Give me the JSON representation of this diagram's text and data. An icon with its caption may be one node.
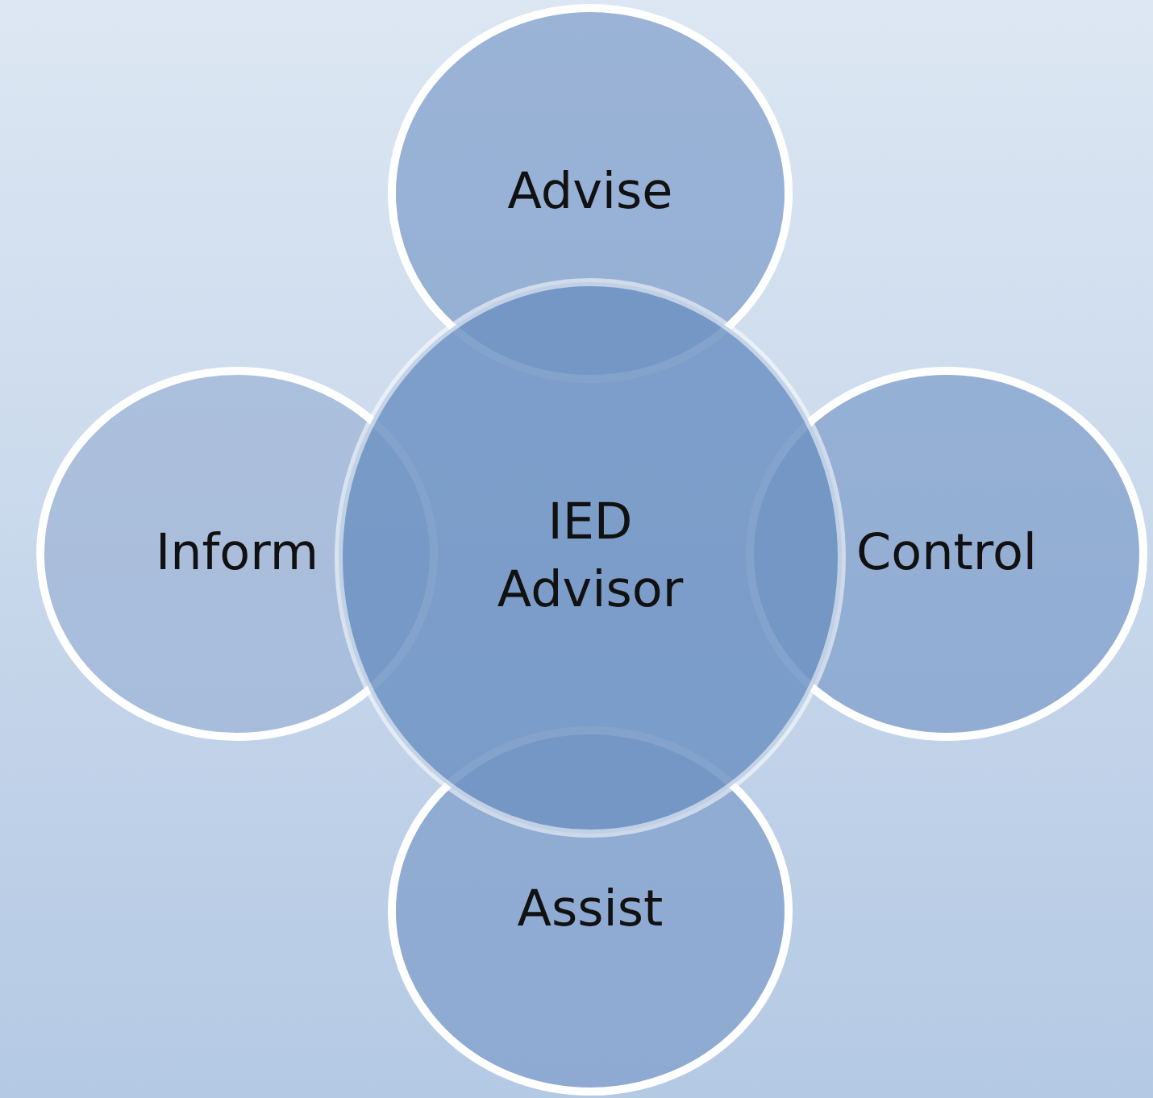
{
  "diagram": {
    "nodes": [
      {
        "text": [
          "IED Advisor"
        ]
      },
      {
        "text": [
          "Advise"
        ]
      },
      {
        "text": [
          "Inform"
        ]
      },
      {
        "text": [
          "Control"
        ]
      },
      {
        "text": [
          "Assist"
        ]
      }
    ]
  }
}
